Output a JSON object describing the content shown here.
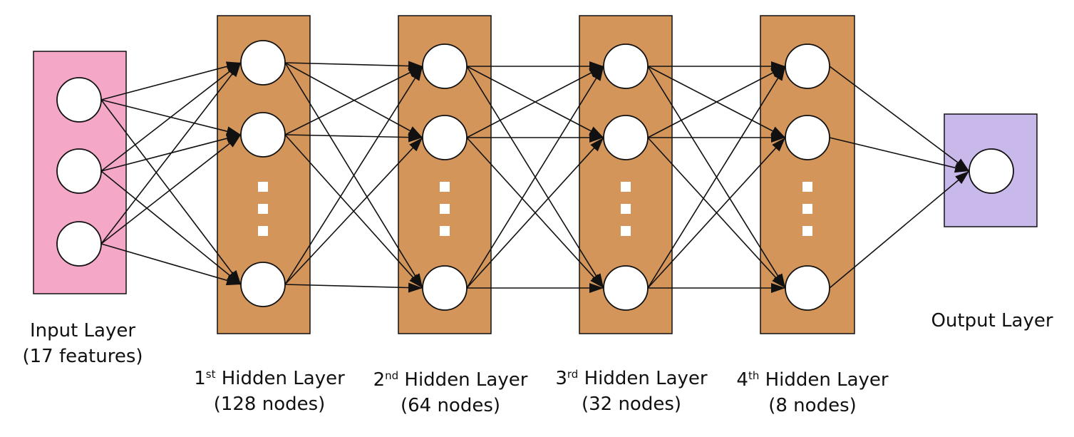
{
  "diagram": {
    "colors": {
      "input_fill": "#f4a7c6",
      "hidden_fill": "#d4955a",
      "output_fill": "#c9b8ea",
      "node_fill": "#ffffff",
      "stroke": "#111111"
    },
    "layers": [
      {
        "id": "input",
        "line1": "Input Layer",
        "line2": "(17 features)"
      },
      {
        "id": "hidden1",
        "num": "1",
        "sup": "st",
        "rest": " Hidden Layer",
        "line2": "(128 nodes)"
      },
      {
        "id": "hidden2",
        "num": "2",
        "sup": "nd",
        "rest": " Hidden Layer",
        "line2": "(64 nodes)"
      },
      {
        "id": "hidden3",
        "num": "3",
        "sup": "rd",
        "rest": " Hidden Layer",
        "line2": "(32 nodes)"
      },
      {
        "id": "hidden4",
        "num": "4",
        "sup": "th",
        "rest": " Hidden Layer",
        "line2": "(8 nodes)"
      },
      {
        "id": "output",
        "line1": "Output Layer"
      }
    ]
  }
}
